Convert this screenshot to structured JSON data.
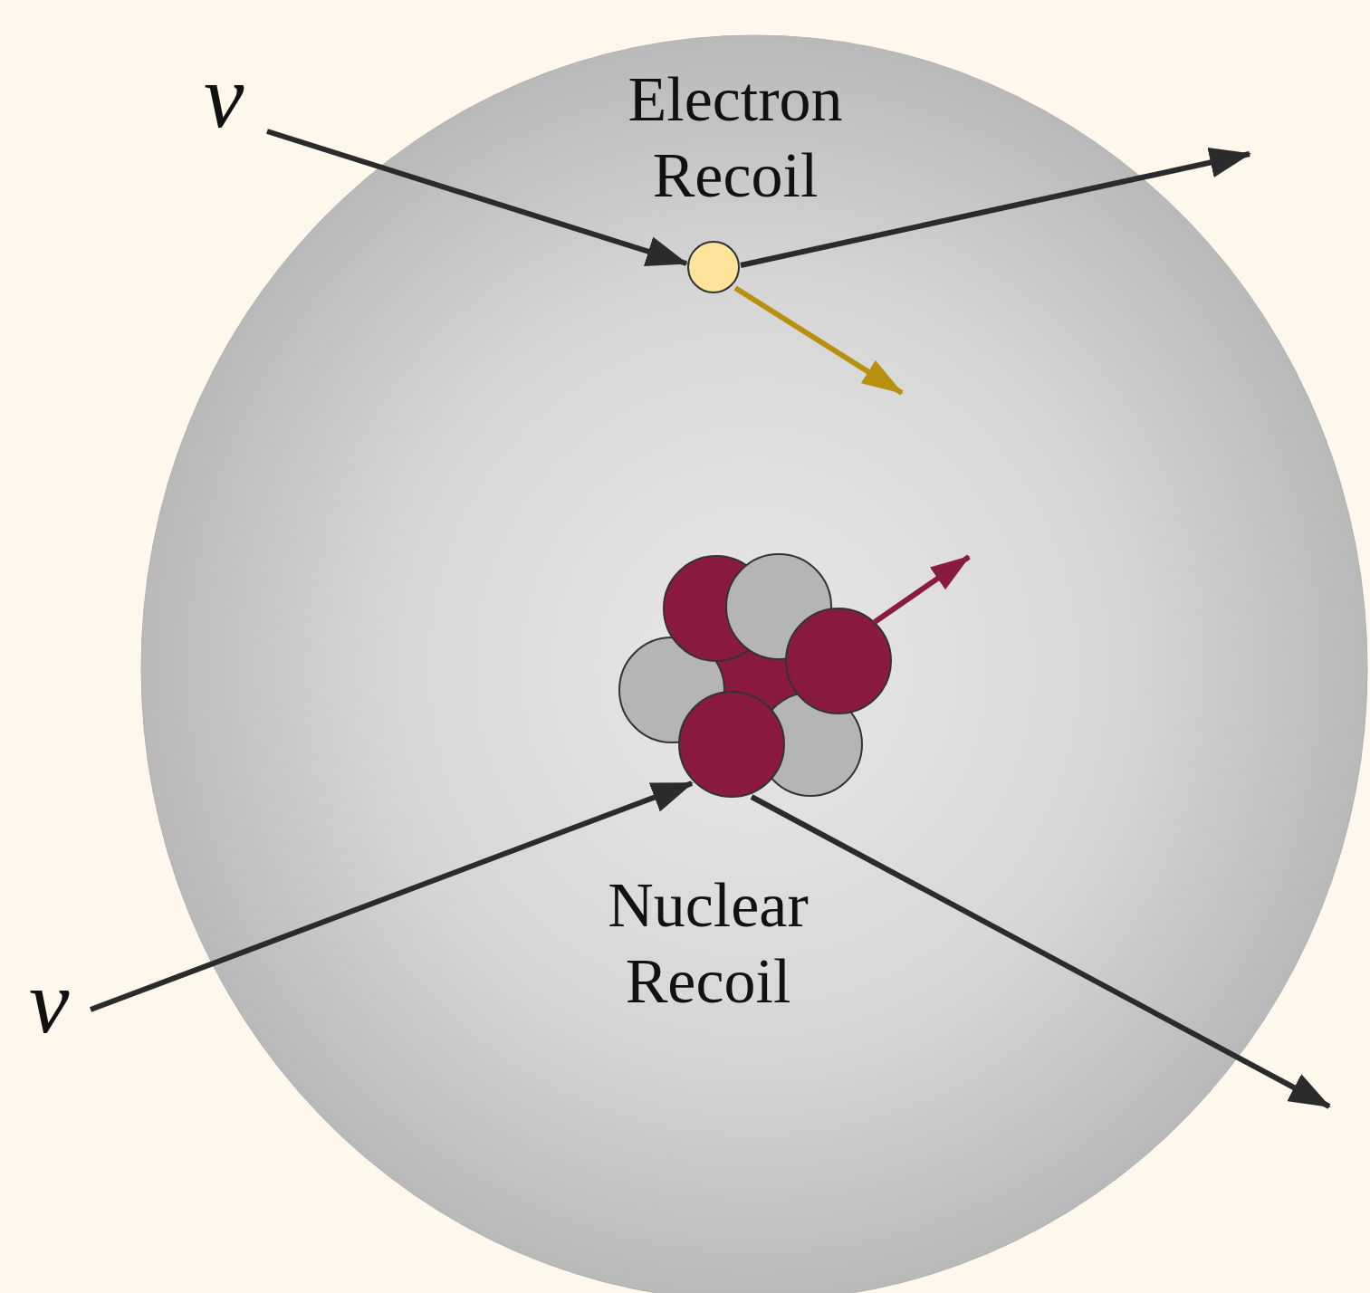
{
  "diagram": {
    "nodes": [
      {
        "text": [
          "Electron Recoil",
          "Nuclear Recoil"
        ]
      }
    ],
    "labels": [
      "ν",
      "ν"
    ]
  }
}
